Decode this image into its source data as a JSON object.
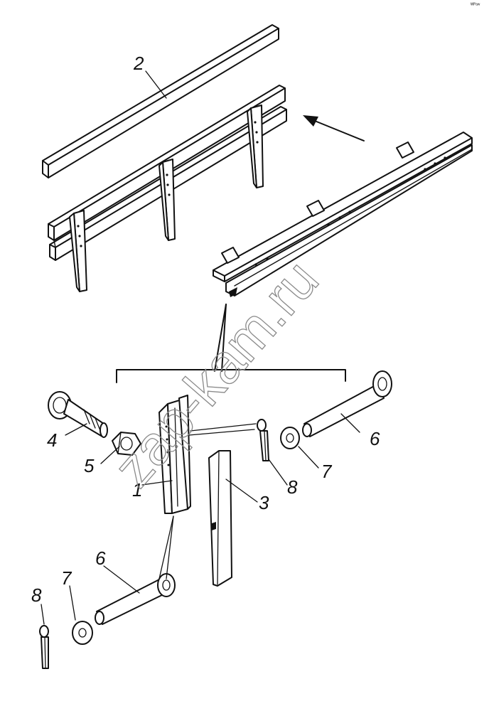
{
  "watermark": "zap-kam.ru",
  "corner_mark": "ᵂᴾᵃʷ",
  "callouts": {
    "c1": "1",
    "c2": "2",
    "c3": "3",
    "c4": "4",
    "c5": "5",
    "c6a": "6",
    "c6b": "6",
    "c7a": "7",
    "c7b": "7",
    "c8a": "8",
    "c8b": "8"
  }
}
